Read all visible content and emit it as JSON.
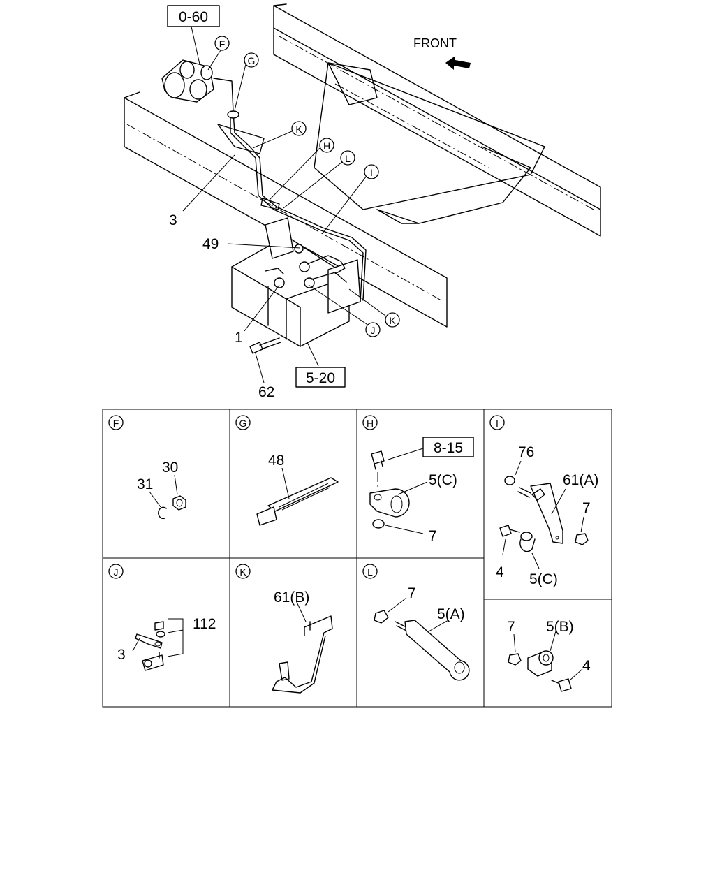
{
  "main": {
    "refs": {
      "starter": "0-60",
      "battery": "5-20"
    },
    "front_label": "FRONT",
    "callouts": {
      "f": "F",
      "g": "G",
      "k1": "K",
      "h": "H",
      "l": "L",
      "i": "I",
      "j": "J",
      "k2": "K"
    },
    "labels": {
      "n3": "3",
      "n49": "49",
      "n1": "1",
      "n62": "62"
    }
  },
  "details": [
    {
      "letter": "F",
      "labels": [
        "30",
        "31"
      ]
    },
    {
      "letter": "G",
      "labels": [
        "48"
      ]
    },
    {
      "letter": "H",
      "ref": "8-15",
      "labels": [
        "5(C)",
        "7"
      ]
    },
    {
      "letter": "I",
      "labels": [
        "76",
        "61(A)",
        "7",
        "4",
        "5(C)"
      ]
    },
    {
      "letter": "J",
      "labels": [
        "112",
        "3"
      ]
    },
    {
      "letter": "K",
      "labels": [
        "61(B)"
      ]
    },
    {
      "letter": "L",
      "labels": [
        "7",
        "5(A)"
      ]
    },
    {
      "letter": "",
      "labels": [
        "7",
        "5(B)",
        "4"
      ]
    }
  ]
}
